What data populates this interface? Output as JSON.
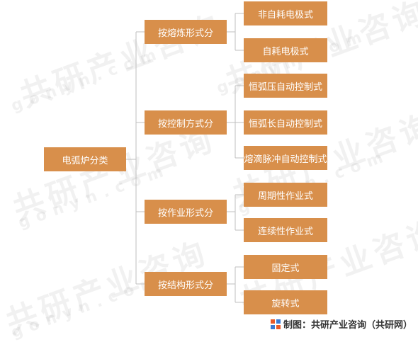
{
  "diagram": {
    "root": "电弧炉分类",
    "groups": [
      {
        "label": "按熔炼形式分",
        "items": [
          "非自耗电极式",
          "自耗电极式"
        ]
      },
      {
        "label": "按控制方式分",
        "items": [
          "恒弧压自动控制式",
          "恒弧长自动控制式",
          "熔滴脉冲自动控制式"
        ]
      },
      {
        "label": "按作业形式分",
        "items": [
          "周期性作业式",
          "连续性作业式"
        ]
      },
      {
        "label": "按结构形式分",
        "items": [
          "固定式",
          "旋转式"
        ]
      }
    ]
  },
  "colors": {
    "node_fill": "#d88f4b",
    "node_text": "#ffffff",
    "connector": "#bfbfbf"
  },
  "footer": {
    "icon": "gonyn-logo-icon",
    "text": "制图：共研产业咨询（共研网）"
  },
  "watermark": {
    "cn": "共研产业咨询",
    "en": "gonyn.com"
  }
}
